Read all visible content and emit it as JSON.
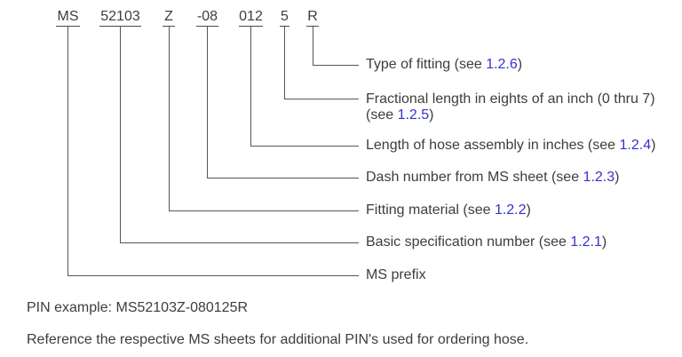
{
  "colors": {
    "text": "#3d3d3d",
    "link": "#3433cc",
    "line": "#565656"
  },
  "pin": {
    "segments": [
      "MS",
      "52103",
      "Z",
      "-08",
      "012",
      "5",
      "R"
    ]
  },
  "labels": [
    {
      "pre": "Type of fitting (see ",
      "link": "1.2.6",
      "post": ")"
    },
    {
      "pre": "Fractional length in eights of an inch (0 thru 7) (see ",
      "link": "1.2.5",
      "post": ")"
    },
    {
      "pre": "Length of hose assembly in inches (see ",
      "link": "1.2.4",
      "post": ")"
    },
    {
      "pre": "Dash number from MS sheet (see ",
      "link": "1.2.3",
      "post": ")"
    },
    {
      "pre": "Fitting material (see ",
      "link": "1.2.2",
      "post": ")"
    },
    {
      "pre": "Basic specification number (see ",
      "link": "1.2.1",
      "post": ")"
    },
    {
      "pre": "MS prefix",
      "link": "",
      "post": ""
    }
  ],
  "footer": {
    "pin_example": "PIN example: MS52103Z-080125R",
    "reference_note": "Reference the respective MS sheets for additional PIN's used for ordering hose."
  }
}
